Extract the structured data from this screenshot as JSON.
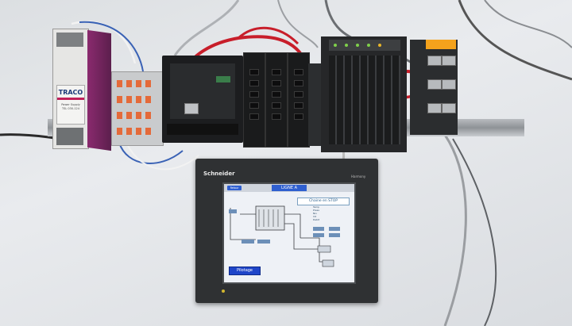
{
  "power_supply": {
    "brand": "TRACO",
    "caption": "Power Supply",
    "model": "TSL 030-124"
  },
  "hmi": {
    "brand": "Schneider",
    "model_badge": "Harmony",
    "screen": {
      "back_button": "Retour",
      "title": "LIGNE A",
      "status": "Chaine en STOP",
      "mode_button": "Pilotage",
      "info_rows": [
        "Temp",
        "Press",
        "Niv",
        "Vit",
        "Debit"
      ]
    }
  },
  "colors": {
    "ethernet_cable": "#c81e2a",
    "wire_white": "#f2f2f2",
    "wire_blue": "#3a62b5",
    "hmi_accent": "#1f45c8"
  }
}
